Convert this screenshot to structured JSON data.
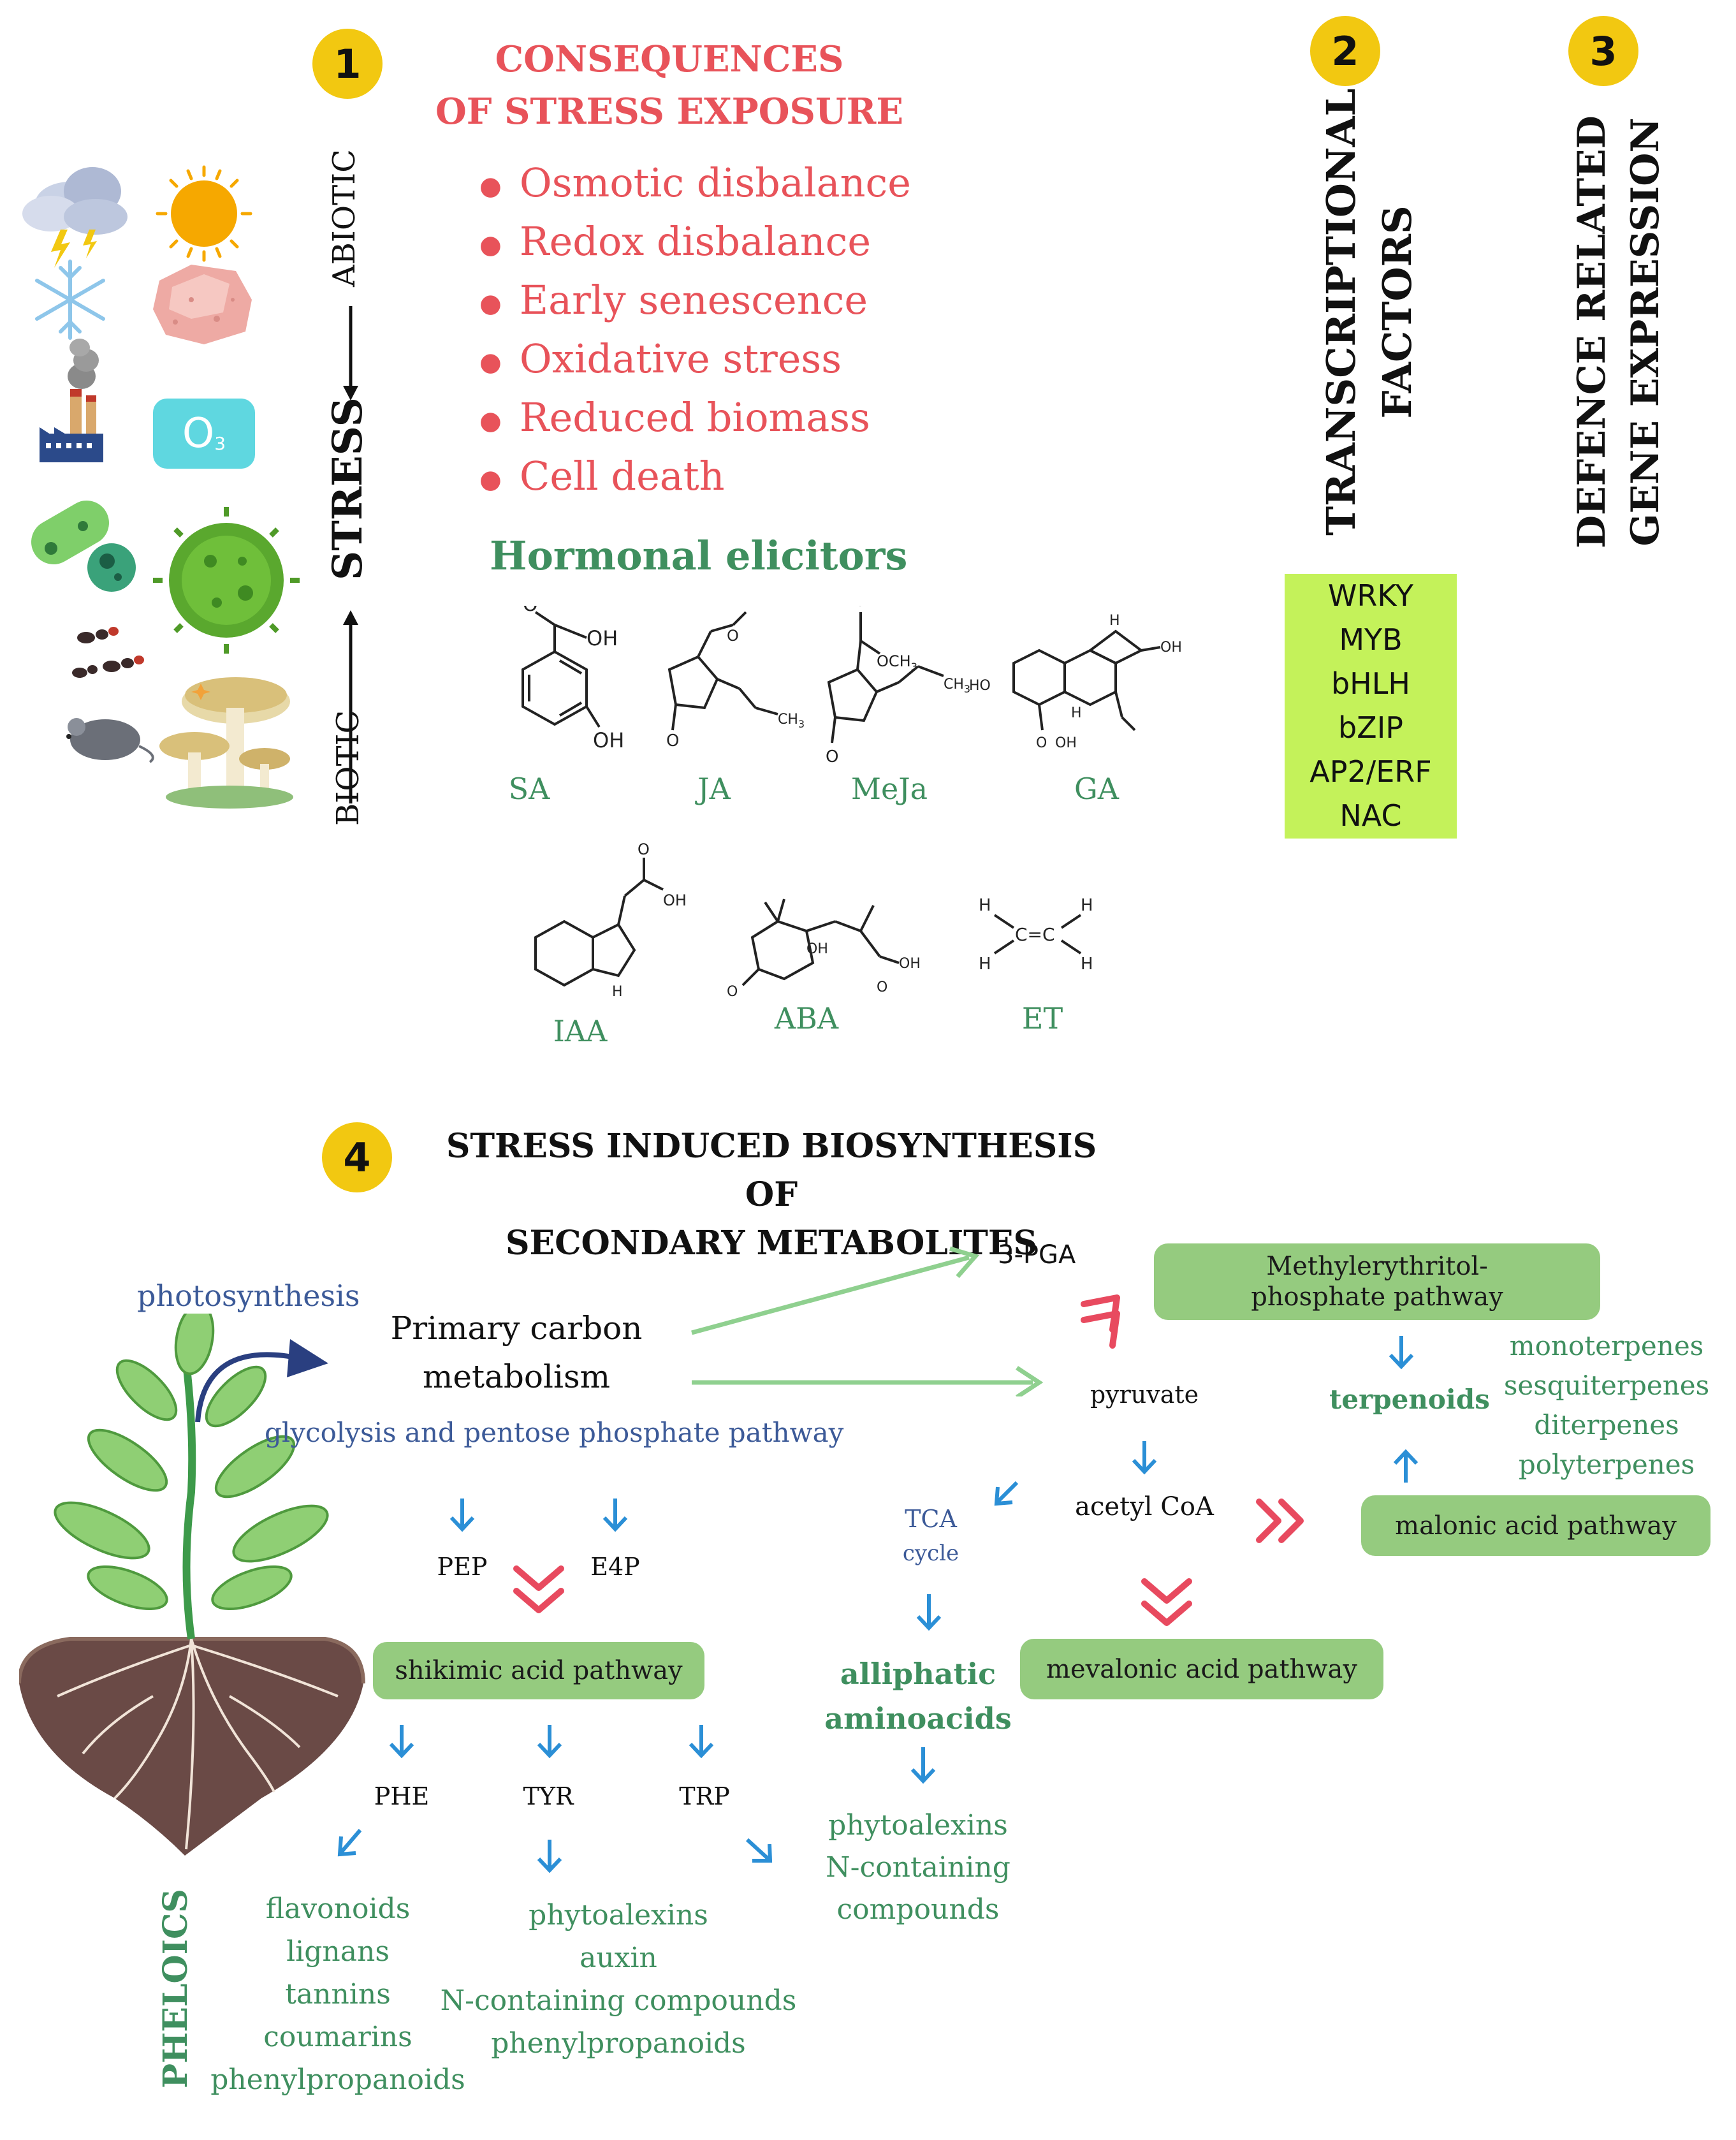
{
  "badges": {
    "b1": "1",
    "b2": "2",
    "b3": "3",
    "b4": "4"
  },
  "section1": {
    "title_line1": "CONSEQUENCES",
    "title_line2": "OF STRESS EXPOSURE",
    "consequences": [
      "Osmotic disbalance",
      "Redox disbalance",
      "Early senescence",
      "Oxidative stress",
      "Reduced biomass",
      "Cell death"
    ],
    "abiotic": "ABIOTIC",
    "stress": "STRESS",
    "biotic": "BIOTIC",
    "ozone": "O",
    "ozone_sub": "3"
  },
  "hormones": {
    "title": "Hormonal elicitors",
    "labels": [
      "SA",
      "JA",
      "MeJa",
      "GA",
      "IAA",
      "ABA",
      "ET"
    ],
    "chem": {
      "sa_oh1": "OH",
      "sa_oh2": "OH",
      "sa_o": "O",
      "ja_oh": "OH",
      "ja_o": "O",
      "ja_o2": "O",
      "ja_ch3": "CH",
      "meja_o": "O",
      "meja_och3": "OCH",
      "meja_o2": "O",
      "meja_ch3": "CH",
      "ga_ho": "HO",
      "ga_oh": "OH",
      "ga_o": "O",
      "ga_h": "H",
      "ga_h2": "H",
      "ga_oh2": "OH",
      "iaa_oh": "OH",
      "iaa_o": "O",
      "iaa_nh": "H",
      "aba_o": "O",
      "aba_oh": "OH",
      "aba_oh2": "OH",
      "aba_o2": "O",
      "et_h1": "H",
      "et_h2": "H",
      "et_h3": "H",
      "et_h4": "H",
      "et_cc": "C=C",
      "three": "3"
    }
  },
  "section2": {
    "title_line1": "TRANSCRIPTIONAL",
    "title_line2": "FACTORS",
    "factors": [
      "WRKY",
      "MYB",
      "bHLH",
      "bZIP",
      "AP2/ERF",
      "NAC"
    ]
  },
  "section3": {
    "title_line1": "DEFENCE RELATED",
    "title_line2": "GENE EXPRESSION"
  },
  "section4": {
    "title_line1": "STRESS INDUCED BIOSYNTHESIS OF",
    "title_line2": "SECONDARY METABOLITES",
    "photosynthesis": "photosynthesis",
    "primary_line1": "Primary carbon",
    "primary_line2": "metabolism",
    "glycolysis": "glycolysis and pentose phosphate pathway",
    "pep": "PEP",
    "e4p": "E4P",
    "shikimic": "shikimic acid pathway",
    "phe": "PHE",
    "tyr": "TYR",
    "trp": "TRP",
    "pheloics": "PHELOICS",
    "phe_products": [
      "flavonoids",
      "lignans",
      "tannins",
      "coumarins",
      "phenylpropanoids"
    ],
    "tyr_products": [
      "phytoalexins",
      "auxin",
      "N-containing compounds",
      "phenylpropanoids"
    ],
    "pga": "3-PGA",
    "mep_line1": "Methylerythritol-",
    "mep_line2": "phosphate pathway",
    "pyruvate": "pyruvate",
    "acetyl": "acetyl CoA",
    "tca_line1": "TCA",
    "tca_line2": "cycle",
    "aliphatic_line1": "alliphatic",
    "aliphatic_line2": "aminoacids",
    "ali_products": [
      "phytoalexins",
      "N-containing",
      "compounds"
    ],
    "mevalonic": "mevalonic acid pathway",
    "malonic": "malonic acid pathway",
    "terpenoids": "terpenoids",
    "terp_products": [
      "monoterpenes",
      "sesquiterpenes",
      "diterpenes",
      "polyterpenes"
    ]
  },
  "colors": {
    "red": "#e8535a",
    "green": "#3f8f5f",
    "blue_text": "#3c5a98",
    "arrow_blue": "#2b8fd6",
    "arrow_green": "#8fd08f",
    "pill_green": "#95cb7f",
    "tf_box": "#c4f25a",
    "badge_yellow": "#f2c811"
  }
}
